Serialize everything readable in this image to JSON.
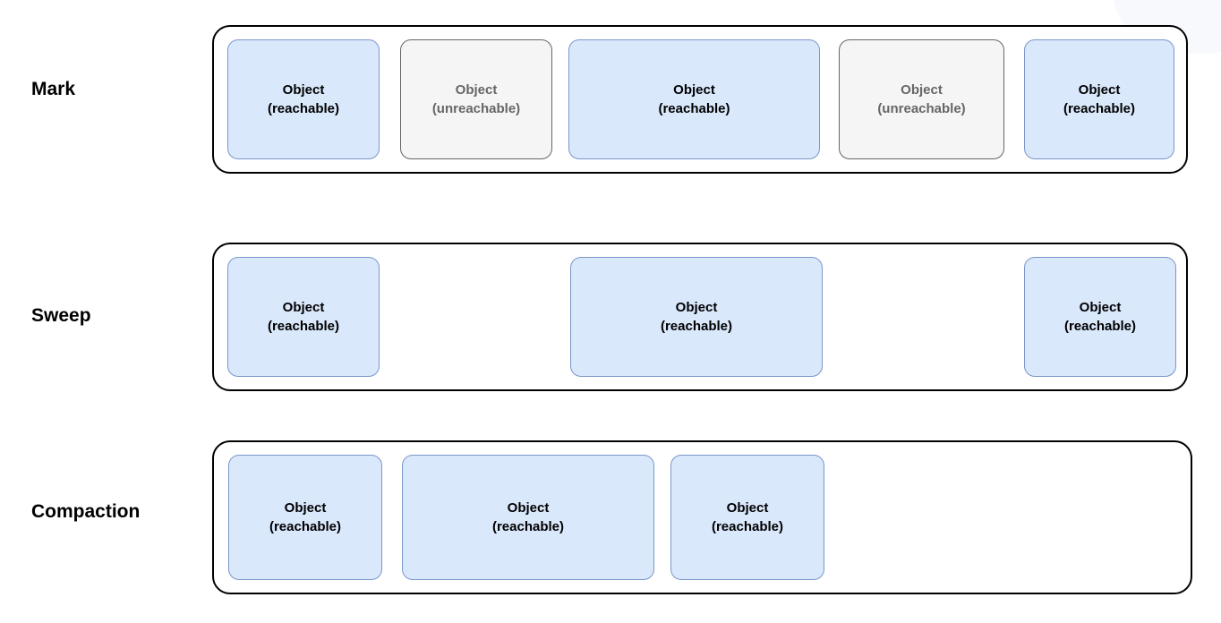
{
  "colors": {
    "background": "#ffffff",
    "container_border": "#000000",
    "reachable_fill": "#dae8fc",
    "reachable_border": "#7b96c9",
    "reachable_text": "#000000",
    "unreachable_fill": "#f5f5f5",
    "unreachable_border": "#666666",
    "unreachable_text": "#666666"
  },
  "rows": [
    {
      "label": "Mark",
      "boxes": [
        {
          "name": "Object",
          "state": "(reachable)",
          "type": "reachable"
        },
        {
          "name": "Object",
          "state": "(unreachable)",
          "type": "unreachable"
        },
        {
          "name": "Object",
          "state": "(reachable)",
          "type": "reachable"
        },
        {
          "name": "Object",
          "state": "(unreachable)",
          "type": "unreachable"
        },
        {
          "name": "Object",
          "state": "(reachable)",
          "type": "reachable"
        }
      ]
    },
    {
      "label": "Sweep",
      "boxes": [
        {
          "name": "Object",
          "state": "(reachable)",
          "type": "reachable"
        },
        {
          "name": "Object",
          "state": "(reachable)",
          "type": "reachable"
        },
        {
          "name": "Object",
          "state": "(reachable)",
          "type": "reachable"
        }
      ]
    },
    {
      "label": "Compaction",
      "boxes": [
        {
          "name": "Object",
          "state": "(reachable)",
          "type": "reachable"
        },
        {
          "name": "Object",
          "state": "(reachable)",
          "type": "reachable"
        },
        {
          "name": "Object",
          "state": "(reachable)",
          "type": "reachable"
        }
      ]
    }
  ]
}
